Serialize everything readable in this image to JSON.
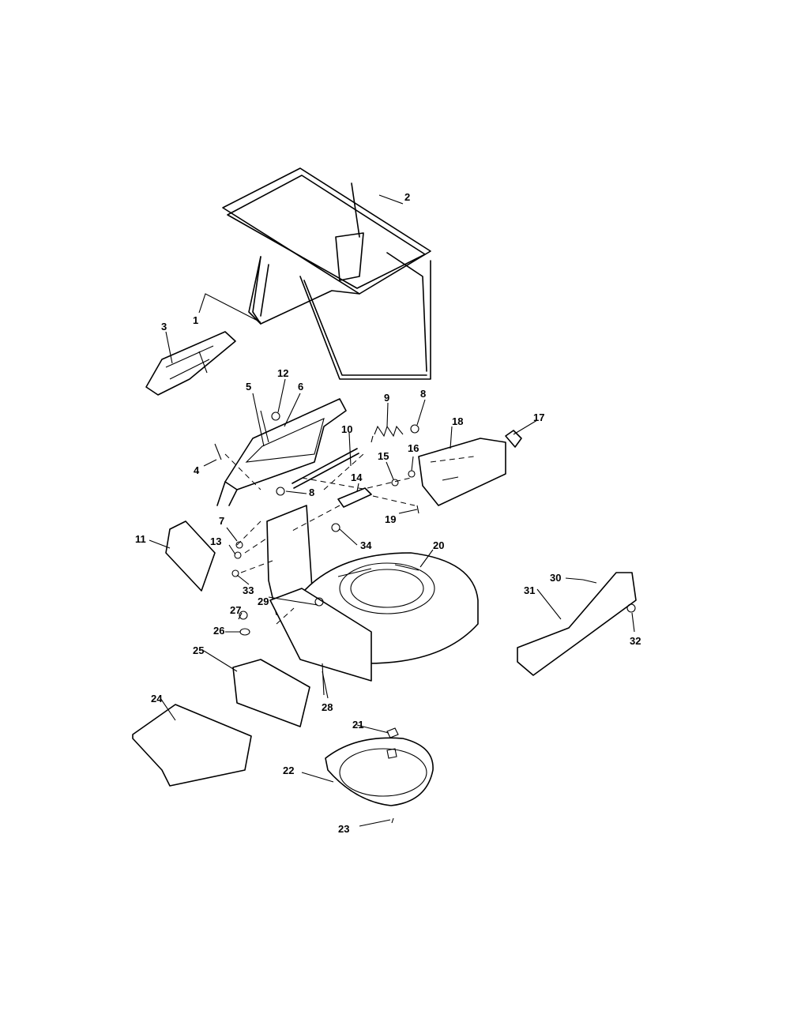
{
  "callouts": {
    "c1": "1",
    "c2": "2",
    "c3": "3",
    "c4": "4",
    "c5": "5",
    "c6": "6",
    "c7": "7",
    "c8a": "8",
    "c8b": "8",
    "c9": "9",
    "c10": "10",
    "c11": "11",
    "c12": "12",
    "c13": "13",
    "c14": "14",
    "c15": "15",
    "c16": "16",
    "c17": "17",
    "c18": "18",
    "c19": "19",
    "c20": "20",
    "c21": "21",
    "c22": "22",
    "c23": "23",
    "c24": "24",
    "c25": "25",
    "c26": "26",
    "c27": "27",
    "c28": "28",
    "c29": "29",
    "c30": "30",
    "c31": "31",
    "c32": "32",
    "c33": "33",
    "c34": "34"
  },
  "colors": {
    "line": "#000000",
    "background": "#ffffff"
  }
}
